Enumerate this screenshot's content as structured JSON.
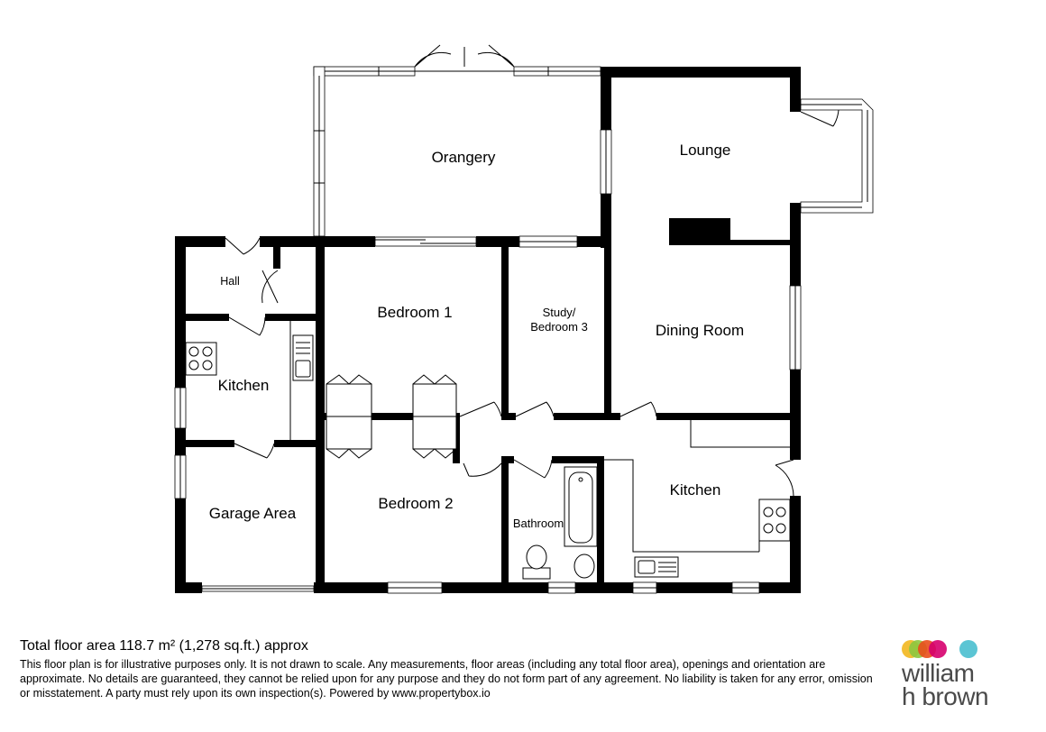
{
  "rooms": {
    "orangery": "Orangery",
    "lounge": "Lounge",
    "hall": "Hall",
    "bedroom1": "Bedroom 1",
    "study_line1": "Study/",
    "study_line2": "Bedroom 3",
    "dining": "Dining Room",
    "kitchen_left": "Kitchen",
    "kitchen_right": "Kitchen",
    "garage": "Garage Area",
    "bedroom2": "Bedroom 2",
    "bathroom": "Bathroom"
  },
  "footer": {
    "area": "Total floor area 118.7 m² (1,278 sq.ft.) approx",
    "disclaimer": "This floor plan is for illustrative purposes only. It is not drawn to scale. Any measurements, floor areas (including any total floor area), openings and orientation are approximate. No details are guaranteed, they cannot be relied upon for any purpose and they do not form part of any agreement. No liability is taken for any error, omission or misstatement. A party must rely upon its own inspection(s). Powered by www.propertybox.io"
  },
  "logo": {
    "line1": "william",
    "line2": "h brown",
    "dot_colors": [
      "#f2b71f",
      "#8cc63f",
      "#e94e1b",
      "#d6006e",
      "#5bc5d4"
    ]
  },
  "colors": {
    "wall": "#000000",
    "background": "#ffffff",
    "logo_text": "#4a4a4a"
  }
}
